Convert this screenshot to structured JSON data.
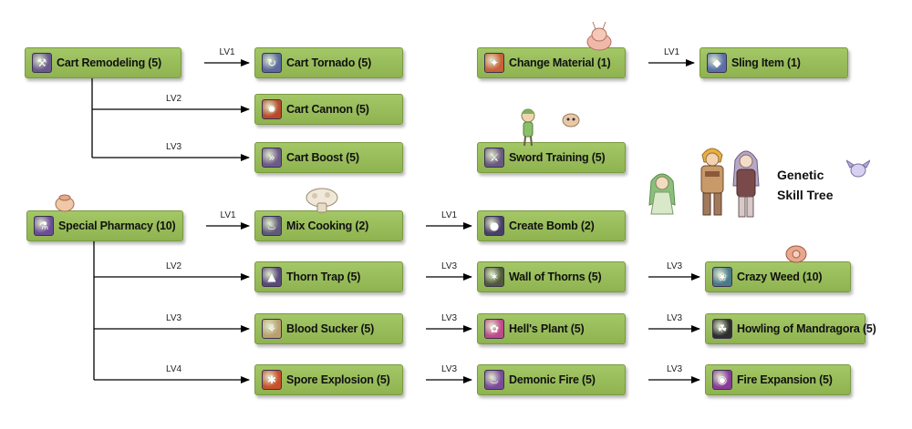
{
  "title_line1": "Genetic",
  "title_line2": "Skill Tree",
  "nodes": [
    {
      "id": "cart_remodeling",
      "label": "Cart Remodeling (5)",
      "icon": "wrench-icon",
      "glyph": "⚒",
      "color": "#6a5a8c"
    },
    {
      "id": "cart_tornado",
      "label": "Cart Tornado (5)",
      "icon": "cart-tornado-icon",
      "glyph": "↻",
      "color": "#5a6a9c"
    },
    {
      "id": "cart_cannon",
      "label": "Cart Cannon (5)",
      "icon": "cannon-icon",
      "glyph": "✹",
      "color": "#b84a2a"
    },
    {
      "id": "cart_boost",
      "label": "Cart Boost (5)",
      "icon": "cart-boost-icon",
      "glyph": "»",
      "color": "#6c5a88"
    },
    {
      "id": "change_material",
      "label": "Change Material (1)",
      "icon": "change-material-icon",
      "glyph": "✦",
      "color": "#c8603a"
    },
    {
      "id": "sling_item",
      "label": "Sling Item (1)",
      "icon": "sling-item-icon",
      "glyph": "◆",
      "color": "#5a6fa8"
    },
    {
      "id": "sword_training",
      "label": "Sword Training (5)",
      "icon": "sword-icon",
      "glyph": "⚔",
      "color": "#6a5a80"
    },
    {
      "id": "special_pharmacy",
      "label": "Special Pharmacy (10)",
      "icon": "pharmacy-icon",
      "glyph": "⚗",
      "color": "#6b4d9a"
    },
    {
      "id": "mix_cooking",
      "label": "Mix Cooking (2)",
      "icon": "cooking-icon",
      "glyph": "♨",
      "color": "#5e5a78"
    },
    {
      "id": "create_bomb",
      "label": "Create Bomb (2)",
      "icon": "bomb-icon",
      "glyph": "●",
      "color": "#4a3f6a"
    },
    {
      "id": "thorn_trap",
      "label": "Thorn Trap (5)",
      "icon": "thorn-trap-icon",
      "glyph": "▲",
      "color": "#5a4a7a"
    },
    {
      "id": "wall_of_thorns",
      "label": "Wall of Thorns (5)",
      "icon": "wall-thorns-icon",
      "glyph": "✶",
      "color": "#4e5a3a"
    },
    {
      "id": "crazy_weed",
      "label": "Crazy Weed (10)",
      "icon": "crazy-weed-icon",
      "glyph": "❀",
      "color": "#4a7a8a"
    },
    {
      "id": "blood_sucker",
      "label": "Blood Sucker (5)",
      "icon": "blood-sucker-icon",
      "glyph": "⚘",
      "color": "#b8a070"
    },
    {
      "id": "hells_plant",
      "label": "Hell's Plant (5)",
      "icon": "hells-plant-icon",
      "glyph": "✿",
      "color": "#c04a8a"
    },
    {
      "id": "howling_mandragora",
      "label": "Howling of Mandragora (5)",
      "icon": "mandragora-icon",
      "glyph": "☘",
      "color": "#2e2e2e"
    },
    {
      "id": "spore_explosion",
      "label": "Spore Explosion (5)",
      "icon": "spore-icon",
      "glyph": "✱",
      "color": "#c8502a"
    },
    {
      "id": "demonic_fire",
      "label": "Demonic Fire (5)",
      "icon": "demonic-fire-icon",
      "glyph": "♨",
      "color": "#7a4a9a"
    },
    {
      "id": "fire_expansion",
      "label": "Fire Expansion (5)",
      "icon": "fire-expansion-icon",
      "glyph": "◉",
      "color": "#8a3a9a"
    }
  ],
  "edges": [
    {
      "from": "cart_remodeling",
      "to": "cart_tornado",
      "label": "LV1"
    },
    {
      "from": "cart_remodeling",
      "to": "cart_cannon",
      "label": "LV2"
    },
    {
      "from": "cart_remodeling",
      "to": "cart_boost",
      "label": "LV3"
    },
    {
      "from": "change_material",
      "to": "sling_item",
      "label": "LV1"
    },
    {
      "from": "special_pharmacy",
      "to": "mix_cooking",
      "label": "LV1"
    },
    {
      "from": "special_pharmacy",
      "to": "thorn_trap",
      "label": "LV2"
    },
    {
      "from": "special_pharmacy",
      "to": "blood_sucker",
      "label": "LV3"
    },
    {
      "from": "special_pharmacy",
      "to": "spore_explosion",
      "label": "LV4"
    },
    {
      "from": "mix_cooking",
      "to": "create_bomb",
      "label": "LV1"
    },
    {
      "from": "thorn_trap",
      "to": "wall_of_thorns",
      "label": "LV3"
    },
    {
      "from": "wall_of_thorns",
      "to": "crazy_weed",
      "label": "LV3"
    },
    {
      "from": "blood_sucker",
      "to": "hells_plant",
      "label": "LV3"
    },
    {
      "from": "hells_plant",
      "to": "howling_mandragora",
      "label": "LV3"
    },
    {
      "from": "spore_explosion",
      "to": "demonic_fire",
      "label": "LV3"
    },
    {
      "from": "demonic_fire",
      "to": "fire_expansion",
      "label": "LV3"
    }
  ]
}
